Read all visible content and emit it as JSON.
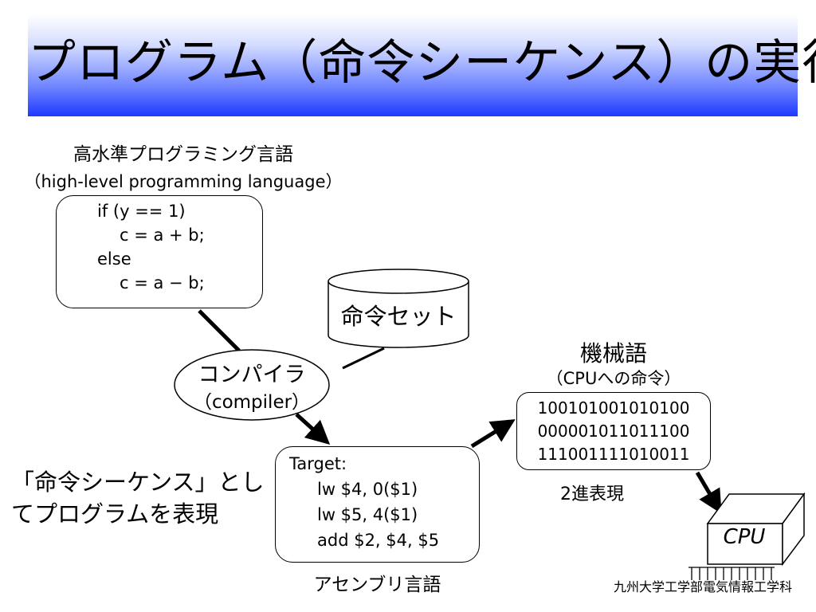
{
  "title": "プログラム（命令シーケンス）の実行",
  "high_level": {
    "heading_ja": "高水準プログラミング言語",
    "heading_en": "（high-level programming language）",
    "code": [
      "if (y == 1)",
      "c = a + b;",
      "else",
      "c = a − b;"
    ]
  },
  "instruction_set": {
    "label": "命令セット"
  },
  "compiler": {
    "label_ja": "コンパイラ",
    "label_en": "（compiler）"
  },
  "assembly": {
    "code": [
      "Target:",
      "lw $4, 0($1)",
      "lw $5, 4($1)",
      "add $2, $4, $5"
    ],
    "caption": "アセンブリ言語"
  },
  "machine": {
    "heading": "機械語",
    "subheading": "（CPUへの命令）",
    "binary": [
      "100101001010100",
      "000001011011100",
      "111001111010011"
    ],
    "caption": "2進表現"
  },
  "note": {
    "line1": "「命令シーケンス」とし",
    "line2": "てプログラムを表現"
  },
  "cpu": {
    "label": "CPU"
  },
  "footer": "九州大学工学部電気情報工学科"
}
